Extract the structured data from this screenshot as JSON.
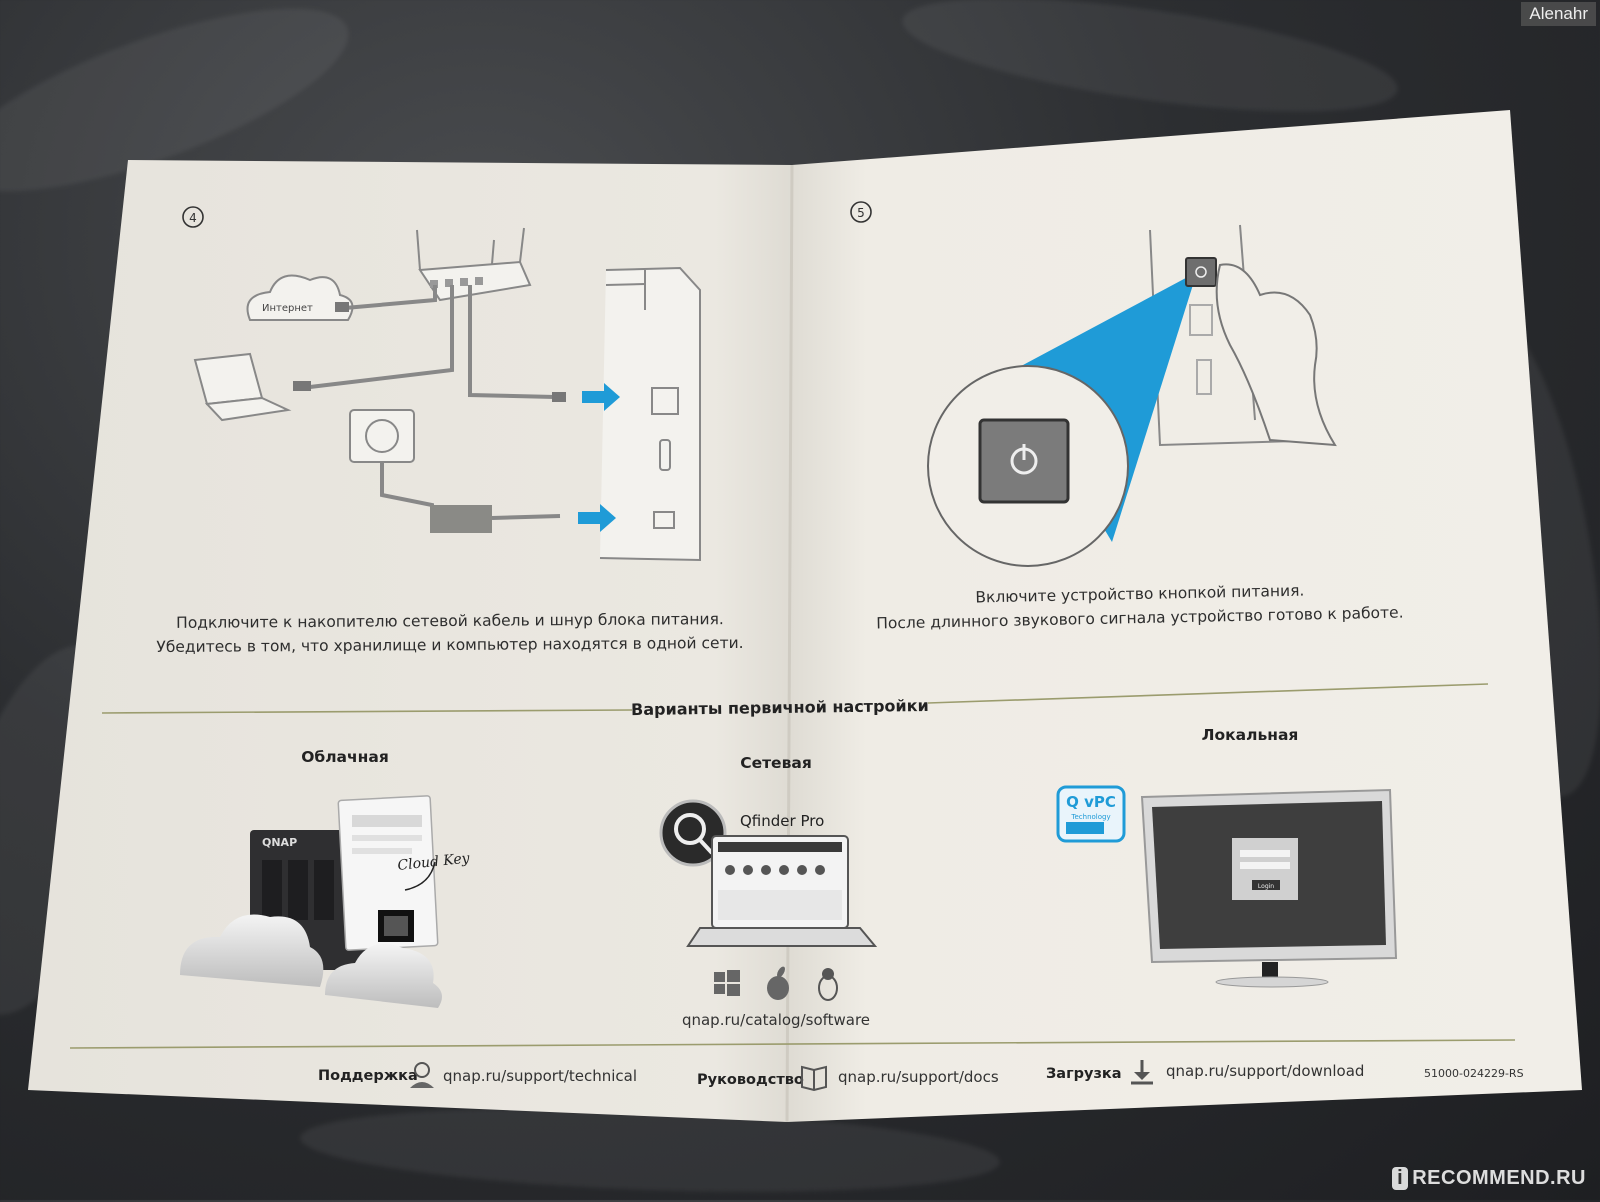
{
  "watermark_author": "Alenahr",
  "site_watermark": "RECOMMEND.RU",
  "left_page": {
    "step_number": "4",
    "internet_label": "Интернет",
    "caption_line1": "Подключите к накопителю сетевой кабель и шнур блока питания.",
    "caption_line2": "Убедитесь в том, что хранилище и компьютер находятся в одной сети."
  },
  "right_page": {
    "step_number": "5",
    "caption_line1": "Включите устройство кнопкой питания.",
    "caption_line2": "После длинного звукового сигнала устройство готово к работе."
  },
  "setup": {
    "heading": "Варианты первичной настройки",
    "cloud": {
      "title": "Облачная",
      "cloud_key_label": "Cloud Key",
      "brand": "QNAP"
    },
    "network": {
      "title": "Сетевая",
      "app_name": "Qfinder Pro",
      "url": "qnap.ru/catalog/software"
    },
    "local": {
      "title": "Локальная",
      "badge_line1": "Q vPC",
      "badge_line2": "Technology",
      "login_label": "Login"
    }
  },
  "footer": {
    "support_label": "Поддержка",
    "support_url": "qnap.ru/support/technical",
    "docs_label": "Руководство",
    "docs_url": "qnap.ru/support/docs",
    "download_label": "Загрузка",
    "download_url": "qnap.ru/support/download",
    "doc_code": "51000-024229-RS"
  },
  "colors": {
    "paper": "#ece9e2",
    "accent_blue": "#1f9bd7",
    "line_gray": "#8a8a86"
  }
}
